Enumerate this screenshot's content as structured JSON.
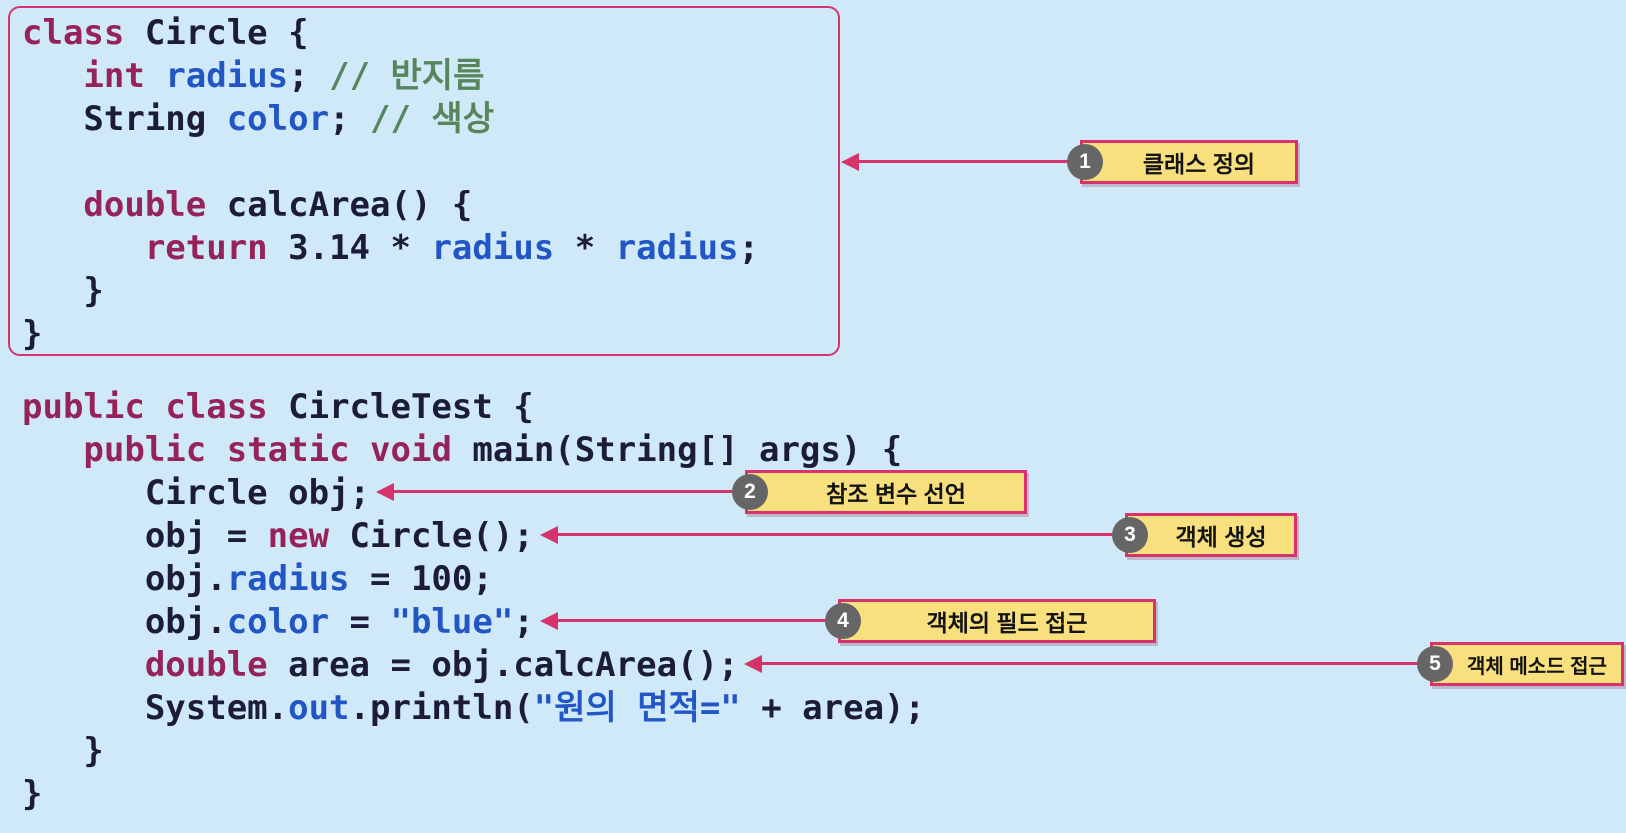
{
  "title": "Java Circle class example with annotated steps",
  "colors": {
    "background": "#cfe9f8",
    "accent_pink": "#d6336c",
    "callout_bg": "#f8e07e",
    "badge_gray": "#666666",
    "keyword": "#96225a",
    "identifier": "#2356c5",
    "comment": "#57855c",
    "string": "#2356c5",
    "plain": "#1c1c3a"
  },
  "code_blocks": [
    {
      "name": "circle-class-definition",
      "lines": [
        {
          "segments": [
            {
              "text": "class",
              "type": "kw"
            },
            {
              "text": " Circle {",
              "type": "pl"
            }
          ]
        },
        {
          "segments": [
            {
              "text": "   ",
              "type": "pl"
            },
            {
              "text": "int",
              "type": "kw"
            },
            {
              "text": " ",
              "type": "pl"
            },
            {
              "text": "radius",
              "type": "id"
            },
            {
              "text": "; ",
              "type": "pl"
            },
            {
              "text": "// 반지름",
              "type": "cm"
            }
          ]
        },
        {
          "segments": [
            {
              "text": "   String ",
              "type": "pl"
            },
            {
              "text": "color",
              "type": "id"
            },
            {
              "text": "; ",
              "type": "pl"
            },
            {
              "text": "// 색상",
              "type": "cm"
            }
          ]
        },
        {
          "segments": []
        },
        {
          "segments": [
            {
              "text": "   ",
              "type": "pl"
            },
            {
              "text": "double",
              "type": "kw"
            },
            {
              "text": " calcArea() {",
              "type": "pl"
            }
          ]
        },
        {
          "segments": [
            {
              "text": "      ",
              "type": "pl"
            },
            {
              "text": "return",
              "type": "kw"
            },
            {
              "text": " ",
              "type": "pl"
            },
            {
              "text": "3.14",
              "type": "nu"
            },
            {
              "text": " * ",
              "type": "pl"
            },
            {
              "text": "radius",
              "type": "id"
            },
            {
              "text": " * ",
              "type": "pl"
            },
            {
              "text": "radius",
              "type": "id"
            },
            {
              "text": ";",
              "type": "pl"
            }
          ]
        },
        {
          "segments": [
            {
              "text": "   }",
              "type": "pl"
            }
          ]
        },
        {
          "segments": [
            {
              "text": "}",
              "type": "pl"
            }
          ]
        }
      ]
    },
    {
      "name": "circle-test-class",
      "lines": [
        {
          "segments": [
            {
              "text": "public",
              "type": "kw"
            },
            {
              "text": " ",
              "type": "pl"
            },
            {
              "text": "class",
              "type": "kw"
            },
            {
              "text": " CircleTest {",
              "type": "pl"
            }
          ]
        },
        {
          "segments": [
            {
              "text": "   ",
              "type": "pl"
            },
            {
              "text": "public",
              "type": "kw"
            },
            {
              "text": " ",
              "type": "pl"
            },
            {
              "text": "static",
              "type": "kw"
            },
            {
              "text": " ",
              "type": "pl"
            },
            {
              "text": "void",
              "type": "kw"
            },
            {
              "text": " main(String[] args) {",
              "type": "pl"
            }
          ]
        },
        {
          "segments": [
            {
              "text": "      Circle obj;",
              "type": "pl"
            }
          ]
        },
        {
          "segments": [
            {
              "text": "      obj = ",
              "type": "pl"
            },
            {
              "text": "new",
              "type": "kw"
            },
            {
              "text": " Circle();",
              "type": "pl"
            }
          ]
        },
        {
          "segments": [
            {
              "text": "      obj.",
              "type": "pl"
            },
            {
              "text": "radius",
              "type": "id"
            },
            {
              "text": " = ",
              "type": "pl"
            },
            {
              "text": "100",
              "type": "nu"
            },
            {
              "text": ";",
              "type": "pl"
            }
          ]
        },
        {
          "segments": [
            {
              "text": "      obj.",
              "type": "pl"
            },
            {
              "text": "color",
              "type": "id"
            },
            {
              "text": " = ",
              "type": "pl"
            },
            {
              "text": "\"blue\"",
              "type": "st"
            },
            {
              "text": ";",
              "type": "pl"
            }
          ]
        },
        {
          "segments": [
            {
              "text": "      ",
              "type": "pl"
            },
            {
              "text": "double",
              "type": "kw"
            },
            {
              "text": " area = obj.calcArea();",
              "type": "pl"
            }
          ]
        },
        {
          "segments": [
            {
              "text": "      System.",
              "type": "pl"
            },
            {
              "text": "out",
              "type": "id"
            },
            {
              "text": ".println(",
              "type": "pl"
            },
            {
              "text": "\"원의 면적=\"",
              "type": "st"
            },
            {
              "text": " + area);",
              "type": "pl"
            }
          ]
        },
        {
          "segments": [
            {
              "text": "   }",
              "type": "pl"
            }
          ]
        },
        {
          "segments": [
            {
              "text": "}",
              "type": "pl"
            }
          ]
        }
      ]
    }
  ],
  "callouts": [
    {
      "number": "1",
      "label": "클래스 정의"
    },
    {
      "number": "2",
      "label": "참조 변수 선언"
    },
    {
      "number": "3",
      "label": "객체 생성"
    },
    {
      "number": "4",
      "label": "객체의 필드 접근"
    },
    {
      "number": "5",
      "label": "객체 메소드 접근"
    }
  ]
}
